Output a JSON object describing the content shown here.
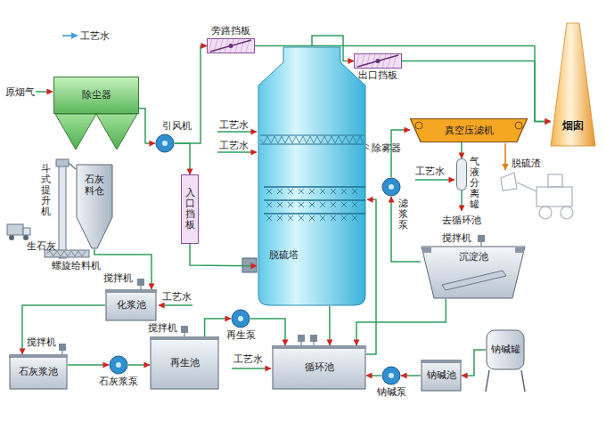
{
  "diagram": {
    "nodes": [
      {
        "text": [
          "除尘器"
        ]
      },
      {
        "text": [
          "引风机"
        ]
      },
      {
        "text": [
          "入口挡板"
        ]
      },
      {
        "text": [
          "旁路挡板"
        ]
      },
      {
        "text": [
          "脱硫塔"
        ]
      },
      {
        "text": [
          "出口挡板"
        ]
      },
      {
        "text": [
          "烟囱"
        ]
      },
      {
        "text": [
          "真空压滤机"
        ]
      },
      {
        "text": [
          "气液分离罐"
        ]
      },
      {
        "text": [
          "滤浆泵"
        ]
      },
      {
        "text": [
          "沉淀池"
        ]
      },
      {
        "text": [
          "石灰料仓"
        ]
      },
      {
        "text": [
          "化浆池"
        ]
      },
      {
        "text": [
          "石灰浆池"
        ]
      },
      {
        "text": [
          "石灰浆泵"
        ]
      },
      {
        "text": [
          "再生池"
        ]
      },
      {
        "text": [
          "再生泵"
        ]
      },
      {
        "text": [
          "循环池"
        ]
      },
      {
        "text": [
          "钠碱池"
        ]
      },
      {
        "text": [
          "钠碱泵"
        ]
      },
      {
        "text": [
          "钠碱罐"
        ]
      }
    ],
    "edges": [
      {
        "from": 0,
        "to": 1,
        "arrow": "to"
      },
      {
        "from": 1,
        "to": 3,
        "arrow": "to"
      },
      {
        "from": 1,
        "to": 2,
        "arrow": "to"
      },
      {
        "from": 2,
        "to": 4,
        "arrow": "to"
      },
      {
        "from": 4,
        "to": 5,
        "arrow": "to"
      },
      {
        "from": 3,
        "to": 6,
        "arrow": "to"
      },
      {
        "from": 5,
        "to": 6,
        "arrow": "to"
      },
      {
        "from": 10,
        "to": 9,
        "arrow": "to"
      },
      {
        "from": 9,
        "to": 7,
        "arrow": "to"
      },
      {
        "from": 7,
        "to": 8,
        "arrow": "to"
      },
      {
        "from": 17,
        "to": 4,
        "arrow": "to"
      },
      {
        "from": 4,
        "to": 17,
        "arrow": "to"
      },
      {
        "from": 10,
        "to": 17,
        "arrow": "to"
      },
      {
        "from": 15,
        "to": 16,
        "arrow": "to"
      },
      {
        "from": 16,
        "to": 17,
        "arrow": "to"
      },
      {
        "from": 11,
        "to": 12,
        "arrow": "to"
      },
      {
        "from": 12,
        "to": 13,
        "arrow": "to"
      },
      {
        "from": 13,
        "to": 14,
        "arrow": "to"
      },
      {
        "from": 14,
        "to": 15,
        "arrow": "to"
      },
      {
        "from": 20,
        "to": 18,
        "arrow": "to"
      },
      {
        "from": 18,
        "to": 19,
        "arrow": "to"
      },
      {
        "from": 19,
        "to": 17,
        "arrow": "to"
      }
    ],
    "labels": [
      "原烟气",
      "工艺水",
      "工艺水",
      "除雾器",
      "工艺水",
      "脱硫渣",
      "去循环池",
      "斗式提升机",
      "生石灰",
      "螺旋给料机",
      "搅拌机",
      "工艺水",
      "搅拌机",
      "搅拌机",
      "搅拌机",
      "工艺水"
    ],
    "legend": [
      {
        "text": "工艺水"
      }
    ]
  }
}
